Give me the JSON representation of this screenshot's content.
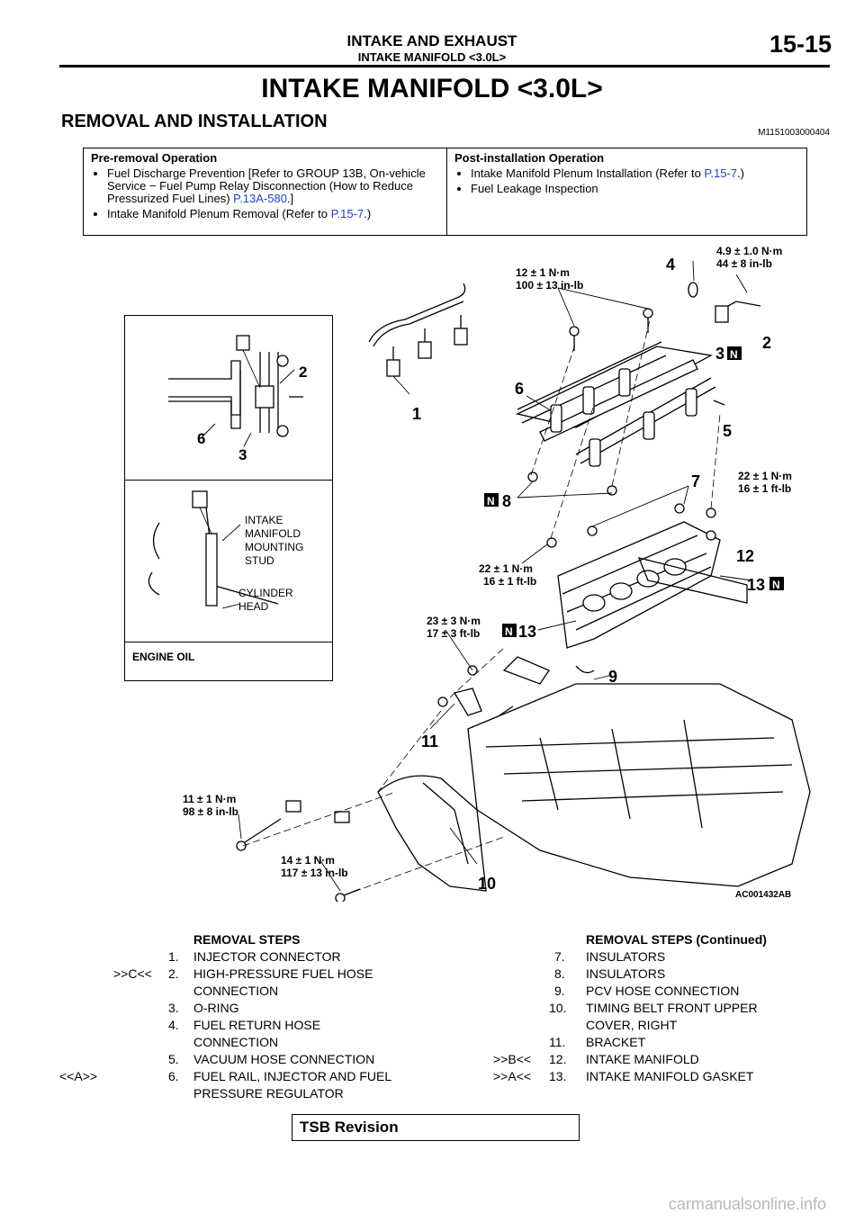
{
  "header": {
    "section": "INTAKE AND EXHAUST",
    "subsection": "INTAKE MANIFOLD <3.0L>",
    "page": "15-15"
  },
  "title": "INTAKE MANIFOLD <3.0L>",
  "section_title": "REMOVAL AND INSTALLATION",
  "doc_id": "M1151003000404",
  "pre_removal": {
    "heading": "Pre-removal Operation",
    "items": [
      {
        "text": "Fuel Discharge Prevention [Refer to GROUP 13B, On-vehicle Service − Fuel Pump Relay Disconnection (How to Reduce Pressurized Fuel Lines) ",
        "link": "P.13A-580",
        "after": ".]"
      },
      {
        "text": "Intake Manifold Plenum Removal (Refer to ",
        "link": "P.15-7",
        "after": ".)"
      }
    ]
  },
  "post_install": {
    "heading": "Post-installation Operation",
    "items": [
      {
        "text": "Intake Manifold Plenum Installation (Refer to ",
        "link": "P.15-7",
        "after": ".)"
      },
      {
        "text": "Fuel Leakage Inspection",
        "link": "",
        "after": ""
      }
    ]
  },
  "diagram": {
    "torques": {
      "t1": [
        "4.9 ± 1.0 N·m",
        "44 ± 8 in-lb"
      ],
      "t2": [
        "12 ± 1 N·m",
        "100 ± 13 in-lb"
      ],
      "t3": [
        "22 ± 1 N·m",
        "16 ± 1 ft-lb"
      ],
      "t4": [
        "22 ± 1 N·m",
        "16 ± 1 ft-lb"
      ],
      "t5": [
        "23 ± 3 N·m",
        "17 ± 3 ft-lb"
      ],
      "t6": [
        "11 ± 1 N·m",
        "98 ± 8 in-lb"
      ],
      "t7": [
        "14 ± 1 N·m",
        "117 ± 13 in-lb"
      ]
    },
    "callouts": {
      "c1": "1",
      "c2": "2",
      "c3": "3",
      "c4": "4",
      "c5": "5",
      "c6": "6",
      "c7": "7",
      "c8": "8",
      "c9": "9",
      "c10": "10",
      "c11": "11",
      "c12": "12",
      "c13a": "13",
      "c13b": "13"
    },
    "new_part_mark": "N",
    "figure_code": "AC001432AB",
    "inset": {
      "c2": "2",
      "c6": "6",
      "c3": "3",
      "stud_label": [
        "INTAKE",
        "MANIFOLD",
        "MOUNTING",
        "STUD"
      ],
      "head_label": [
        "CYLINDER",
        "HEAD"
      ],
      "oil_label": "ENGINE OIL"
    }
  },
  "removal_steps": {
    "heading": "REMOVAL STEPS",
    "items": [
      {
        "mark": "",
        "num": "1.",
        "text": [
          "INJECTOR CONNECTOR"
        ]
      },
      {
        "mark": ">>C<<",
        "num": "2.",
        "text": [
          "HIGH-PRESSURE FUEL HOSE",
          "CONNECTION"
        ]
      },
      {
        "mark": "",
        "num": "3.",
        "text": [
          "O-RING"
        ]
      },
      {
        "mark": "",
        "num": "4.",
        "text": [
          "FUEL RETURN HOSE",
          "CONNECTION"
        ]
      },
      {
        "mark": "",
        "num": "5.",
        "text": [
          "VACUUM HOSE CONNECTION"
        ]
      },
      {
        "mark": "<<A>>",
        "num": "6.",
        "text": [
          "FUEL RAIL, INJECTOR AND FUEL",
          "PRESSURE REGULATOR"
        ]
      }
    ]
  },
  "removal_steps_cont": {
    "heading": "REMOVAL STEPS (Continued)",
    "items": [
      {
        "mark": "",
        "num": "7.",
        "text": [
          "INSULATORS"
        ]
      },
      {
        "mark": "",
        "num": "8.",
        "text": [
          "INSULATORS"
        ]
      },
      {
        "mark": "",
        "num": "9.",
        "text": [
          "PCV HOSE CONNECTION"
        ]
      },
      {
        "mark": "",
        "num": "10.",
        "text": [
          "TIMING BELT FRONT UPPER",
          "COVER, RIGHT"
        ]
      },
      {
        "mark": "",
        "num": "11.",
        "text": [
          "BRACKET"
        ]
      },
      {
        "mark": ">>B<<",
        "num": "12.",
        "text": [
          "INTAKE MANIFOLD"
        ]
      },
      {
        "mark": ">>A<<",
        "num": "13.",
        "text": [
          "INTAKE MANIFOLD GASKET"
        ]
      }
    ]
  },
  "footer": {
    "tsb": "TSB Revision",
    "watermark": "carmanualsonline.info"
  }
}
